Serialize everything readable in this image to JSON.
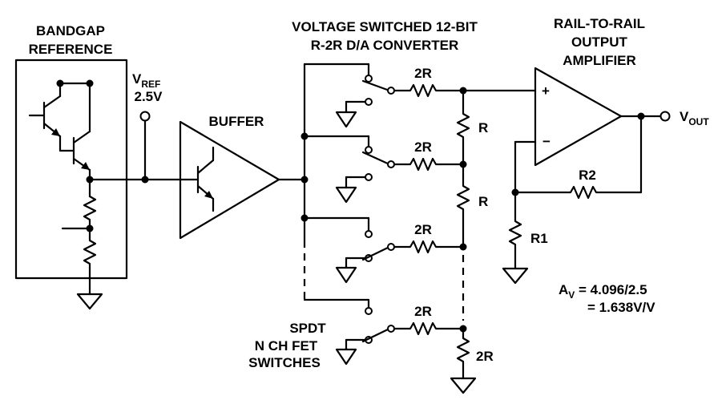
{
  "labels": {
    "bandgap_line1": "BANDGAP",
    "bandgap_line2": "REFERENCE",
    "vref_main": "V",
    "vref_sub": "REF",
    "vref_value": "2.5V",
    "buffer": "BUFFER",
    "dac_line1": "VOLTAGE SWITCHED 12-BIT",
    "dac_line2": "R-2R D/A CONVERTER",
    "amp_line1": "RAIL-TO-RAIL",
    "amp_line2": "OUTPUT",
    "amp_line3": "AMPLIFIER",
    "vout_main": "V",
    "vout_sub": "OUT",
    "r_2r_1": "2R",
    "r_2r_2": "2R",
    "r_2r_3": "2R",
    "r_2r_4": "2R",
    "r_2r_term": "2R",
    "r_r_1": "R",
    "r_r_2": "R",
    "r2": "R2",
    "r1": "R1",
    "plus_sign": "+",
    "minus_sign": "−",
    "gain_main": "A",
    "gain_sub": "V",
    "gain_expr": " = 4.096/2.5",
    "gain_result": "= 1.638V/V",
    "switches_line1": "SPDT",
    "switches_line2": "N CH FET",
    "switches_line3": "SWITCHES"
  }
}
